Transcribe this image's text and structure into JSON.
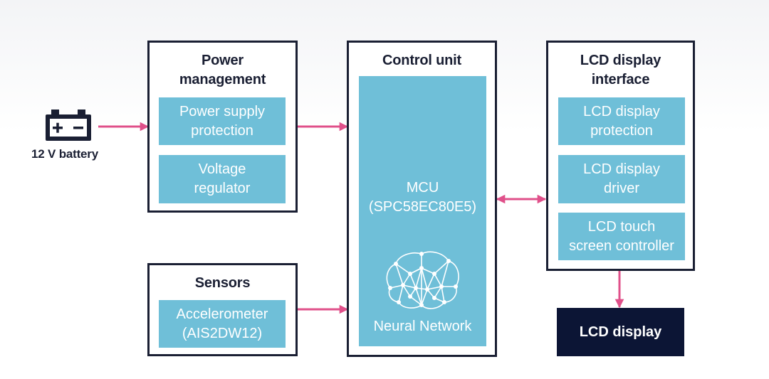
{
  "colors": {
    "box_border": "#1a1f33",
    "sub_block": "#6fbfd8",
    "arrow": "#e0508a",
    "display_box": "#0c1535",
    "text_light": "#ffffff",
    "text_dark": "#1a1f33"
  },
  "battery": {
    "icon": "battery-icon",
    "label": "12 V battery"
  },
  "power_management": {
    "title": "Power\nmanagement",
    "blocks": [
      "Power supply\nprotection",
      "Voltage\nregulator"
    ]
  },
  "sensors": {
    "title": "Sensors",
    "blocks": [
      "Accelerometer\n(AIS2DW12)"
    ]
  },
  "control_unit": {
    "title": "Control unit",
    "mcu": "MCU\n(SPC58EC80E5)",
    "brain_icon": "brain-network-icon",
    "nn_label": "Neural Network"
  },
  "lcd_interface": {
    "title": "LCD display\ninterface",
    "blocks": [
      "LCD display\nprotection",
      "LCD display\ndriver",
      "LCD touch\nscreen controller"
    ]
  },
  "lcd_display": {
    "label": "LCD display"
  }
}
